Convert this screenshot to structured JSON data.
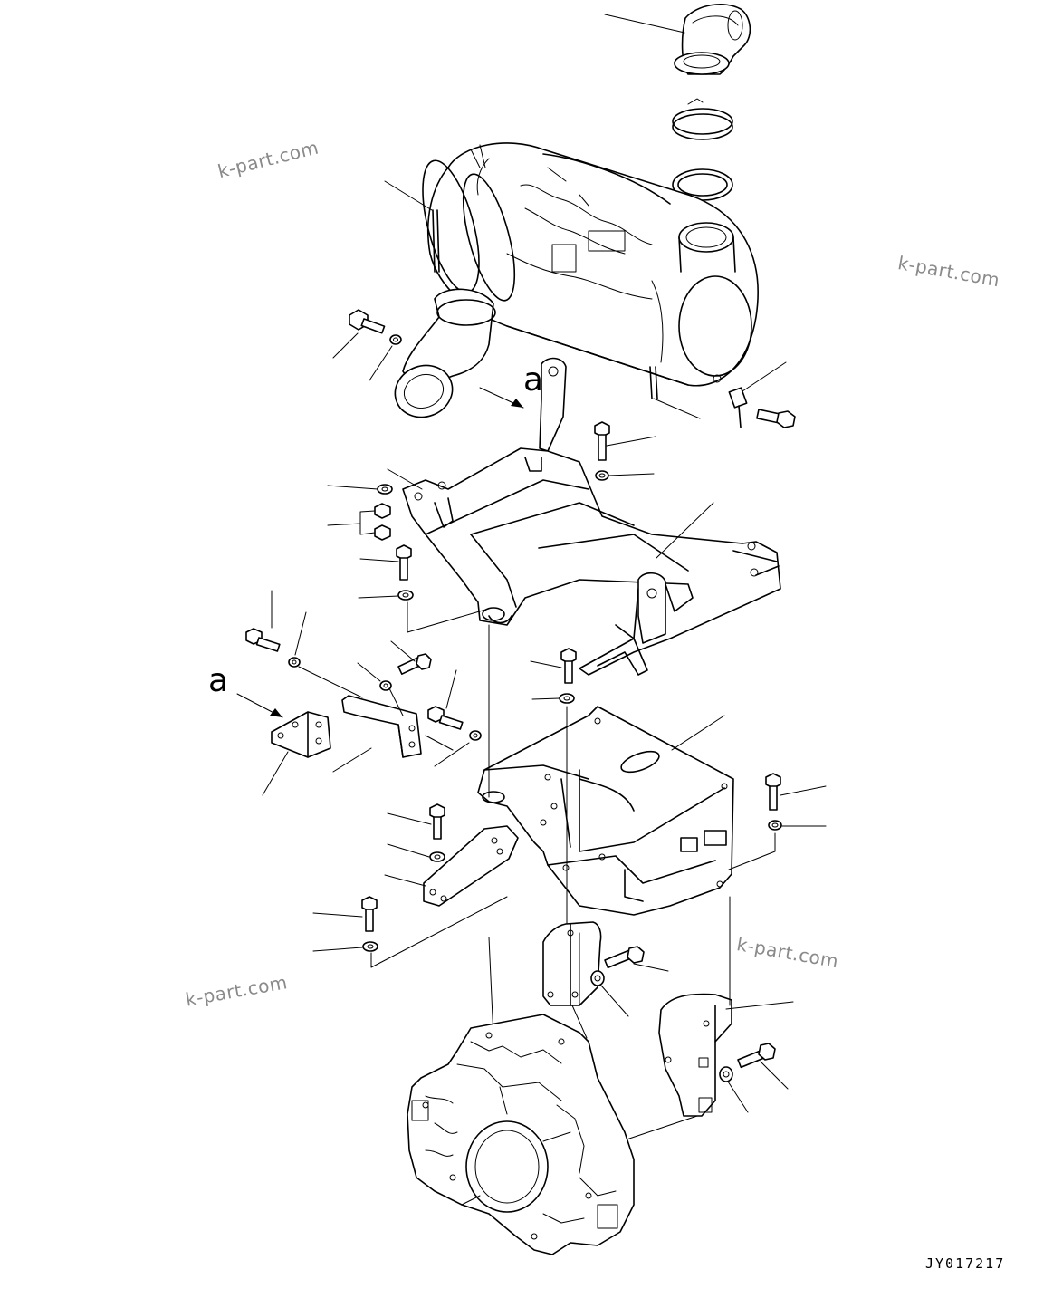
{
  "drawing": {
    "code": "JY017217",
    "view_markers": [
      "a",
      "a"
    ],
    "watermarks": [
      "k-part.com",
      "k-part.com",
      "k-part.com",
      "k-part.com"
    ],
    "line_color": "#000000",
    "watermark_color": "#8a8a8a",
    "background": "#ffffff"
  }
}
